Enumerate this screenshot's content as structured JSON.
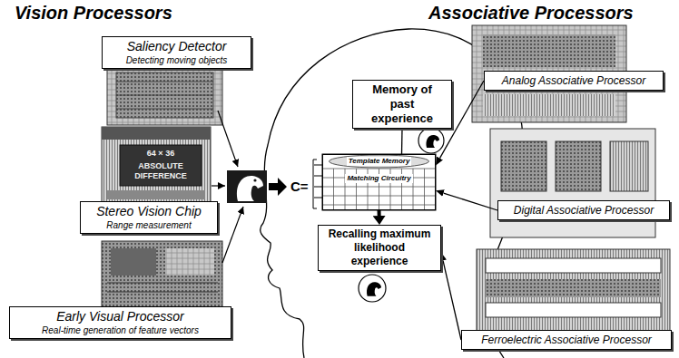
{
  "diagram": {
    "nodes": [
      {
        "text": [
          "Saliency Detector",
          "Detecting moving objects"
        ]
      },
      {
        "text": [
          "Stereo Vision Chip",
          "Range measurement"
        ]
      },
      {
        "text": [
          "Early Visual Processor",
          "Real-time generation of feature vectors"
        ]
      },
      {
        "text": [
          "Memory of past experience"
        ]
      },
      {
        "text": [
          "Template Memory",
          "Matching Circuitry"
        ]
      },
      {
        "text": [
          "Recalling maximum likelihood experience"
        ]
      },
      {
        "text": [
          "Analog Associative Processor"
        ]
      },
      {
        "text": [
          "Digital Associative Processor"
        ]
      },
      {
        "text": [
          "Ferroelectric Associative Processor"
        ]
      }
    ],
    "edges": [
      {
        "from": 3,
        "to": 4,
        "arrow": "none"
      },
      {
        "from": 4,
        "to": 5,
        "arrow": "to"
      },
      {
        "from": 6,
        "to": 4,
        "arrow": "to"
      },
      {
        "from": 7,
        "to": 4,
        "arrow": "to"
      },
      {
        "from": 8,
        "to": 5,
        "arrow": "to"
      }
    ],
    "labels": [
      "Vision Processors",
      "Associative Processors",
      "C=",
      "64 × 36",
      "ABSOLUTE DIFFERENCE"
    ]
  }
}
